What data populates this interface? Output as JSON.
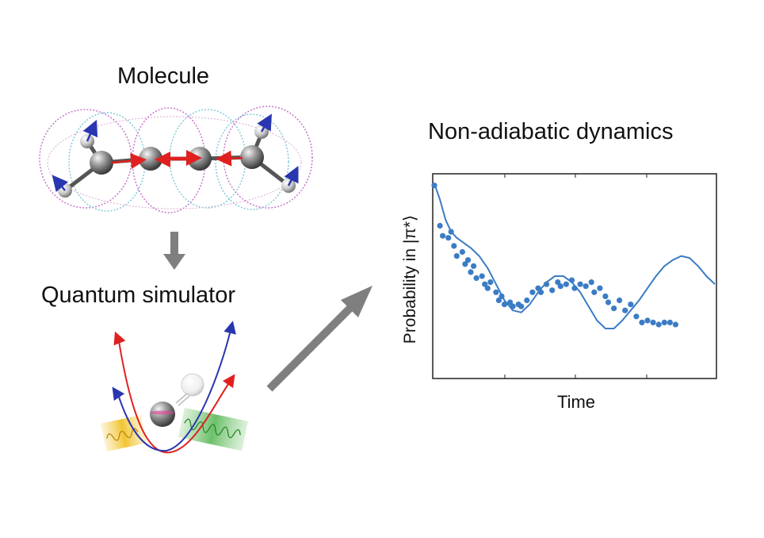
{
  "labels": {
    "molecule": "Molecule",
    "simulator": "Quantum simulator",
    "dynamics": "Non-adiabatic dynamics"
  },
  "chart_data": {
    "type": "scatter",
    "xlabel": "Time",
    "ylabel": "Probability in |π*⟩",
    "xlim": [
      0,
      1
    ],
    "ylim": [
      0,
      1
    ],
    "grid": false,
    "ticks_shown": false,
    "colors": {
      "series": "#3b7cc4"
    },
    "series": [
      {
        "kind": "line",
        "x": [
          0,
          0.02,
          0.04,
          0.06,
          0.08,
          0.1,
          0.13,
          0.16,
          0.19,
          0.22,
          0.25,
          0.28,
          0.31,
          0.34,
          0.37,
          0.4,
          0.43,
          0.46,
          0.49,
          0.52,
          0.55,
          0.58,
          0.61,
          0.64,
          0.67,
          0.7,
          0.73,
          0.76,
          0.79,
          0.82,
          0.85,
          0.88,
          0.91,
          0.94,
          0.97,
          1.0
        ],
        "y": [
          0.96,
          0.88,
          0.78,
          0.72,
          0.69,
          0.67,
          0.64,
          0.6,
          0.54,
          0.46,
          0.38,
          0.33,
          0.32,
          0.36,
          0.42,
          0.47,
          0.5,
          0.5,
          0.47,
          0.42,
          0.35,
          0.28,
          0.24,
          0.24,
          0.28,
          0.33,
          0.38,
          0.44,
          0.5,
          0.55,
          0.58,
          0.6,
          0.59,
          0.55,
          0.5,
          0.46
        ]
      },
      {
        "kind": "points",
        "x": [
          0.0,
          0.02,
          0.03,
          0.05,
          0.06,
          0.07,
          0.08,
          0.1,
          0.11,
          0.12,
          0.13,
          0.14,
          0.15,
          0.17,
          0.18,
          0.19,
          0.2,
          0.22,
          0.23,
          0.24,
          0.25,
          0.27,
          0.28,
          0.3,
          0.31,
          0.33,
          0.35,
          0.37,
          0.38,
          0.4,
          0.42,
          0.44,
          0.45,
          0.47,
          0.49,
          0.5,
          0.52,
          0.54,
          0.56,
          0.57,
          0.59,
          0.61,
          0.62,
          0.64,
          0.66,
          0.68,
          0.7,
          0.72,
          0.74,
          0.76,
          0.78,
          0.8,
          0.82,
          0.84,
          0.86
        ],
        "y": [
          0.95,
          0.75,
          0.7,
          0.69,
          0.72,
          0.65,
          0.6,
          0.62,
          0.56,
          0.58,
          0.52,
          0.55,
          0.49,
          0.5,
          0.46,
          0.44,
          0.47,
          0.42,
          0.38,
          0.4,
          0.36,
          0.37,
          0.35,
          0.36,
          0.35,
          0.38,
          0.42,
          0.44,
          0.42,
          0.46,
          0.43,
          0.47,
          0.45,
          0.46,
          0.48,
          0.44,
          0.46,
          0.45,
          0.47,
          0.42,
          0.44,
          0.4,
          0.37,
          0.34,
          0.38,
          0.33,
          0.36,
          0.3,
          0.27,
          0.28,
          0.27,
          0.26,
          0.27,
          0.27,
          0.26
        ]
      }
    ]
  }
}
